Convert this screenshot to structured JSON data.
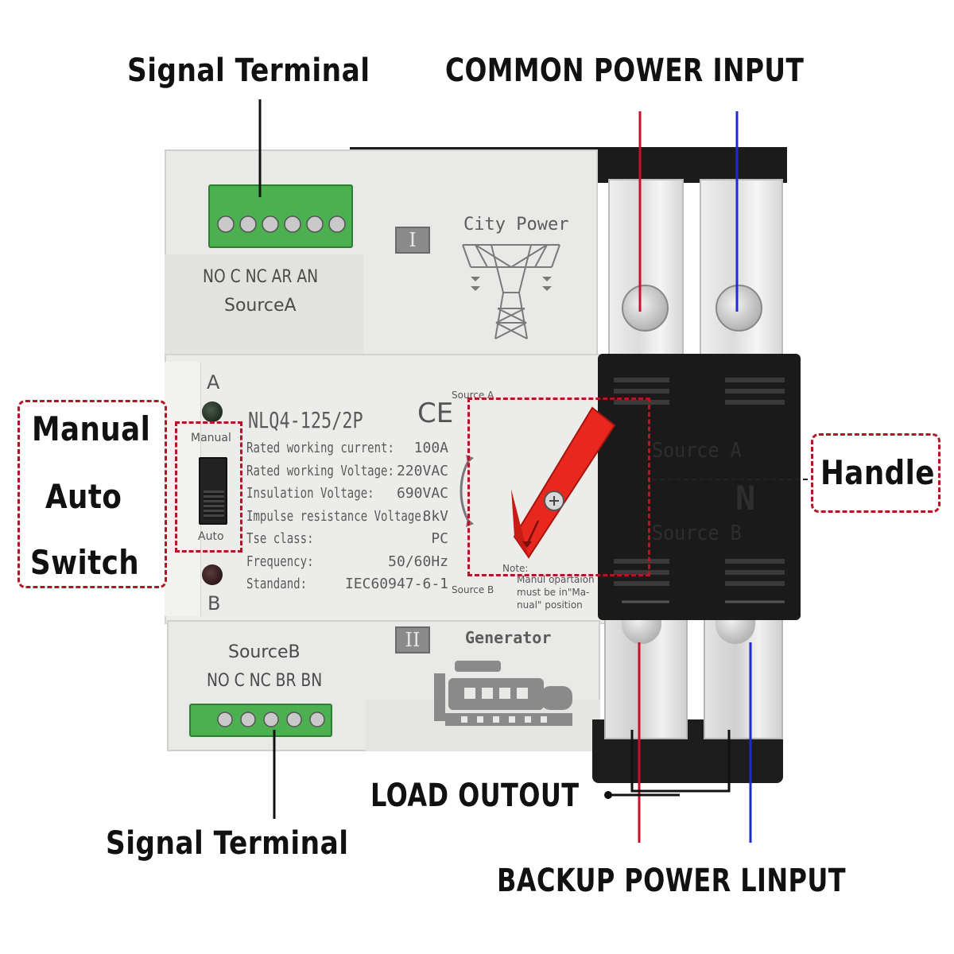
{
  "callouts": {
    "signal_terminal_top": "Signal Terminal",
    "common_power_input": "COMMON POWER INPUT",
    "manual": "Manual",
    "auto": "Auto",
    "switch": "Switch",
    "handle": "Handle",
    "load_output": "LOAD OUTOUT",
    "signal_terminal_bottom": "Signal Terminal",
    "backup_power_input": "BACKUP POWER LINPUT"
  },
  "device": {
    "terminal_a_labels": "NO C NC AR AN",
    "source_a": "SourceA",
    "terminal_b_labels": "NO C NC BR BN",
    "source_b": "SourceB",
    "mark_one": "I",
    "mark_two": "II",
    "city_power": "City Power",
    "generator": "Generator",
    "led_a": "A",
    "led_b": "B",
    "switch_manual": "Manual",
    "switch_auto": "Auto",
    "model": "NLQ4-125/2P",
    "ce": "CE",
    "specs": [
      {
        "label": "Rated working current:",
        "value": "100A"
      },
      {
        "label": "Rated working Voltage:",
        "value": "220VAC"
      },
      {
        "label": "Insulation Voltage:",
        "value": "690VAC"
      },
      {
        "label": "Impulse resistance Voltage:",
        "value": "8kV"
      },
      {
        "label": "Tse class:",
        "value": "PC"
      },
      {
        "label": "Frequency:",
        "value": "50/60Hz"
      },
      {
        "label": "Standand:",
        "value": "IEC60947-6-1"
      }
    ],
    "handle_source_a": "Source A",
    "handle_source_b": "Source B",
    "note_title": "Note:",
    "note_line1": "Manul opartaion",
    "note_line2": "must be in\"Ma-",
    "note_line3": "nual\" position",
    "panel_source_a": "Source A",
    "panel_source_b": "Source B",
    "panel_n": "N"
  },
  "colors": {
    "line_red": "#c8102e",
    "line_blue": "#1f2bd1",
    "dash_red": "#b01825",
    "handle_red": "#e8281e",
    "terminal_green": "#4caf50"
  }
}
